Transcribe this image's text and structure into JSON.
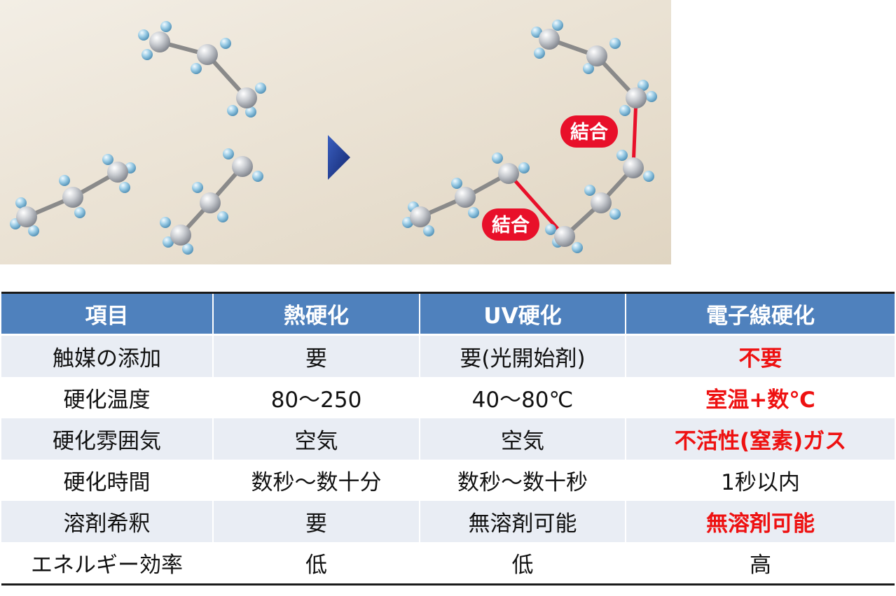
{
  "illustration": {
    "bond_label": "結合",
    "colors": {
      "carbon": "#b9bcc2",
      "hydrogen": "#8fc3df",
      "bond": "#8a8a8a",
      "crosslink": "#e8102a",
      "arrow": "#1e3a8a"
    }
  },
  "table": {
    "headers": [
      "項目",
      "熱硬化",
      "UV硬化",
      "電子線硬化"
    ],
    "rows": [
      {
        "item": "触媒の添加",
        "thermal": "要",
        "uv": "要(光開始剤)",
        "eb": "不要",
        "eb_emphasis": true
      },
      {
        "item": "硬化温度",
        "thermal": "80～250",
        "uv": "40～80℃",
        "eb": "室温+数℃",
        "eb_emphasis": true
      },
      {
        "item": "硬化雰囲気",
        "thermal": "空気",
        "uv": "空気",
        "eb": "不活性(窒素)ガス",
        "eb_emphasis": true
      },
      {
        "item": "硬化時間",
        "thermal": "数秒～数十分",
        "uv": "数秒～数十秒",
        "eb": "1秒以内",
        "eb_emphasis": false
      },
      {
        "item": "溶剤希釈",
        "thermal": "要",
        "uv": "無溶剤可能",
        "eb": "無溶剤可能",
        "eb_emphasis": true
      },
      {
        "item": "エネルギー効率",
        "thermal": "低",
        "uv": "低",
        "eb": "高",
        "eb_emphasis": false
      }
    ],
    "colors": {
      "header_bg": "#4f81bd",
      "stripe": "#e9edf4",
      "emphasis": "#ee1111"
    }
  }
}
